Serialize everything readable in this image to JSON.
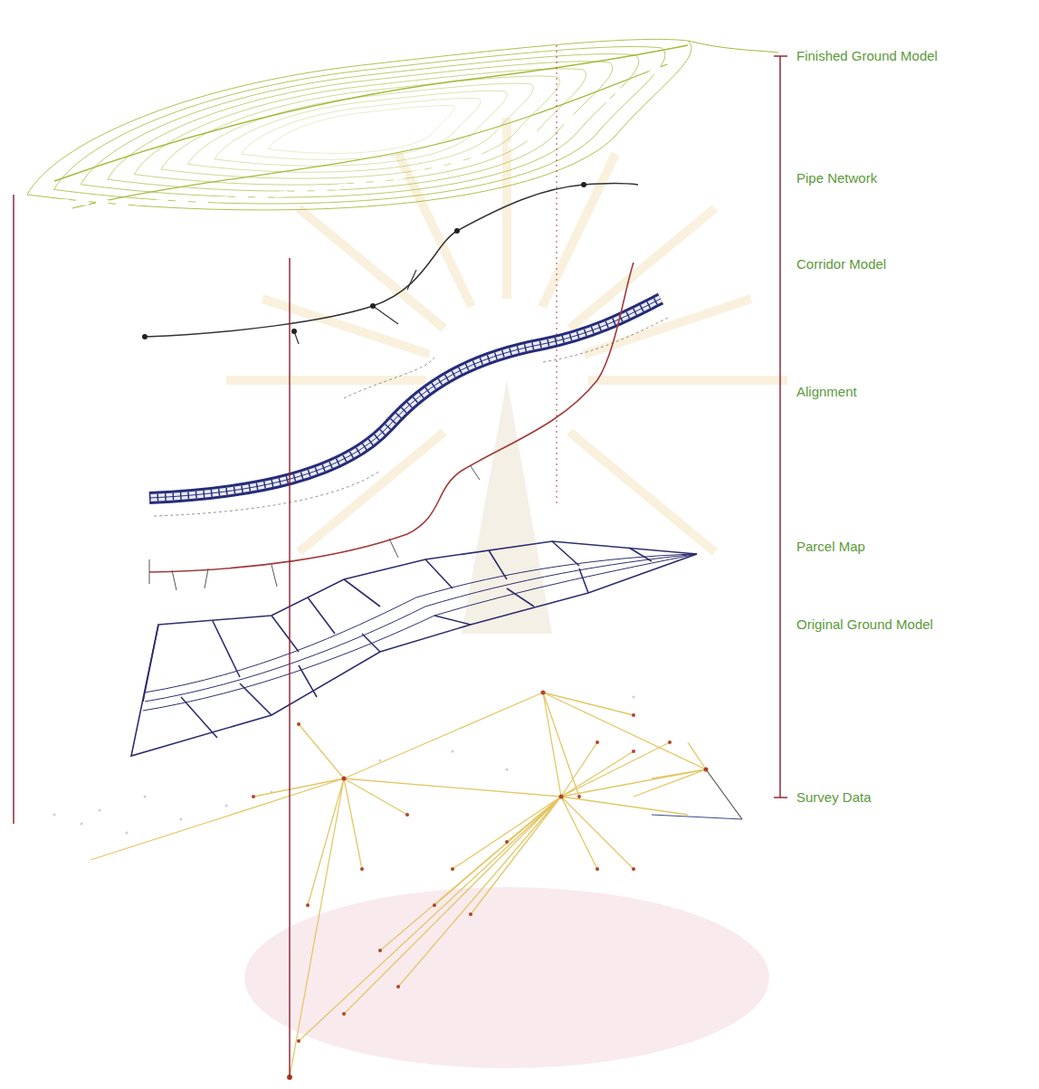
{
  "diagram": {
    "labels": [
      "Finished Ground Model",
      "Pipe Network",
      "Corridor Model",
      "Alignment",
      "Parcel Map",
      "Original Ground Model",
      "Survey Data"
    ]
  }
}
